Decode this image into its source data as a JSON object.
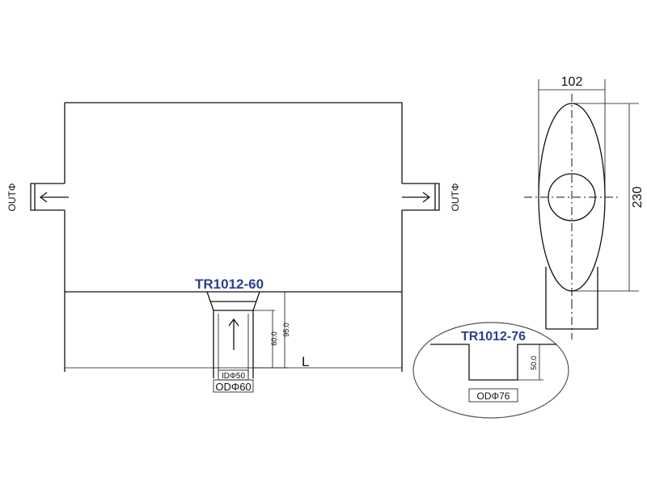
{
  "labels": {
    "out_left": "OUTΦ",
    "out_right": "OUTΦ",
    "model_60": "TR1012-60",
    "dim_95": "95.0",
    "dim_60": "60.0",
    "id_50": "IDΦ50",
    "od_60": "ODΦ60",
    "length": "L",
    "width_102": "102",
    "height_230": "230",
    "model_76": "TR1012-76",
    "dim_50": "50.0",
    "od_76": "ODΦ76"
  },
  "colors": {
    "line": "#111111",
    "model_label": "#2d3f8f"
  }
}
